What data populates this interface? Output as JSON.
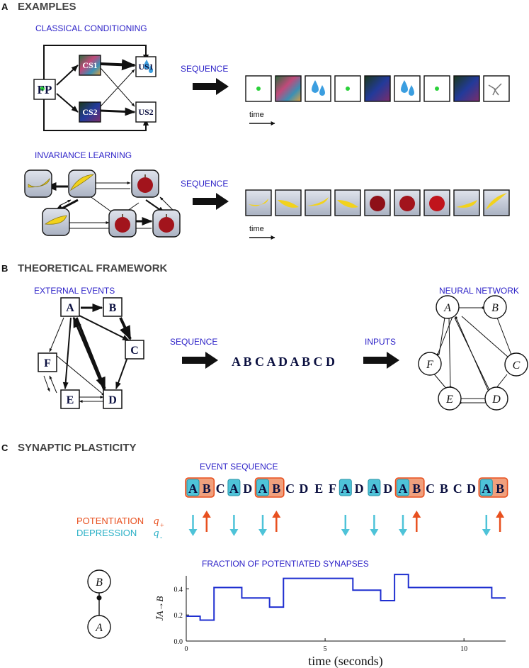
{
  "panelA": {
    "letter": "A",
    "title": "EXAMPLES",
    "classical": {
      "label": "CLASSICAL CONDITIONING",
      "nodes": [
        "FP",
        "CS1",
        "CS2",
        "US1",
        "US2"
      ],
      "sequence_label": "SEQUENCE",
      "time_label": "time"
    },
    "invariance": {
      "label": "INVARIANCE LEARNING",
      "sequence_label": "SEQUENCE",
      "time_label": "time"
    }
  },
  "panelB": {
    "letter": "B",
    "title": "THEORETICAL FRAMEWORK",
    "external_label": "EXTERNAL EVENTS",
    "sequence_label": "SEQUENCE",
    "inputs_label": "INPUTS",
    "network_label": "NEURAL NETWORK",
    "events": [
      "A",
      "B",
      "C",
      "D",
      "E",
      "F"
    ],
    "sequence": "A B C A D A B C D",
    "neurons": [
      "A",
      "B",
      "C",
      "D",
      "E",
      "F"
    ]
  },
  "panelC": {
    "letter": "C",
    "title": "SYNAPTIC PLASTICITY",
    "event_sequence_label": "EVENT SEQUENCE",
    "event_sequence": [
      "A",
      "B",
      "C",
      "A",
      "D",
      "A",
      "B",
      "C",
      "D",
      "E",
      "F",
      "A",
      "D",
      "A",
      "D",
      "A",
      "B",
      "C",
      "B",
      "C",
      "D",
      "A",
      "B"
    ],
    "potentiation_label": "POTENTIATION",
    "potentiation_symbol": "q",
    "potentiation_sub": "+",
    "depression_label": "DEPRESSION",
    "depression_symbol": "q",
    "depression_sub": "-",
    "fraction_label": "FRACTION OF POTENTIATED SYNAPSES",
    "pair_nodes": [
      "B",
      "A"
    ],
    "colors": {
      "potentiation": "#e8501f",
      "depression": "#4ec3d8",
      "trace": "#1f2fd0"
    }
  },
  "chart_data": {
    "type": "line",
    "title": "",
    "xlabel": "time (seconds)",
    "ylabel": "J̄A→B",
    "xlim": [
      0,
      11.5
    ],
    "ylim": [
      0,
      0.5
    ],
    "xticks": [
      0,
      5,
      10
    ],
    "yticks": [
      0.0,
      0.2,
      0.4
    ],
    "series": [
      {
        "step": true,
        "x": [
          0,
          0.5,
          1.0,
          2.0,
          3.0,
          3.5,
          6.0,
          7.0,
          7.5,
          8.0,
          11.0,
          11.5
        ],
        "y": [
          0.19,
          0.16,
          0.41,
          0.33,
          0.26,
          0.48,
          0.39,
          0.31,
          0.51,
          0.41,
          0.33,
          0.33
        ]
      }
    ]
  }
}
